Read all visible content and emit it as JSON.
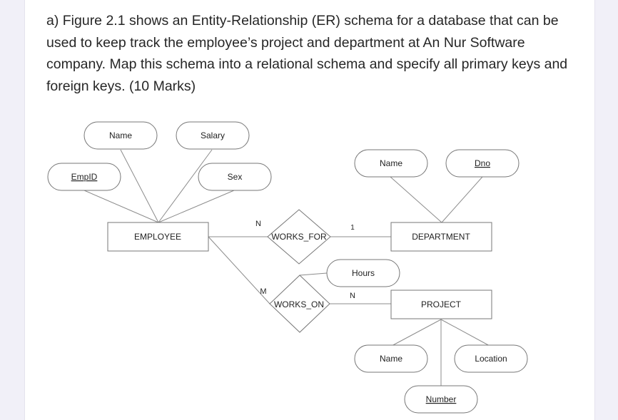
{
  "question": {
    "text": "a) Figure 2.1 shows an Entity-Relationship (ER) schema for a database that can be used to keep track the employee’s project and department at An Nur Software company. Map this schema into a relational schema and specify all primary keys and foreign keys. (10 Marks)"
  },
  "diagram": {
    "entities": {
      "employee": "EMPLOYEE",
      "department": "DEPARTMENT",
      "project": "PROJECT"
    },
    "relationships": {
      "works_for": "WORKS_FOR",
      "works_on": "WORKS_ON"
    },
    "attributes": {
      "emp_name": "Name",
      "salary": "Salary",
      "empid": "EmpID",
      "sex": "Sex",
      "dept_name": "Name",
      "dno": "Dno",
      "hours": "Hours",
      "proj_name": "Name",
      "location": "Location",
      "number": "Number"
    },
    "cardinalities": {
      "employee_works_for": "N",
      "department_works_for": "1",
      "employee_works_on": "M",
      "project_works_on": "N"
    }
  }
}
